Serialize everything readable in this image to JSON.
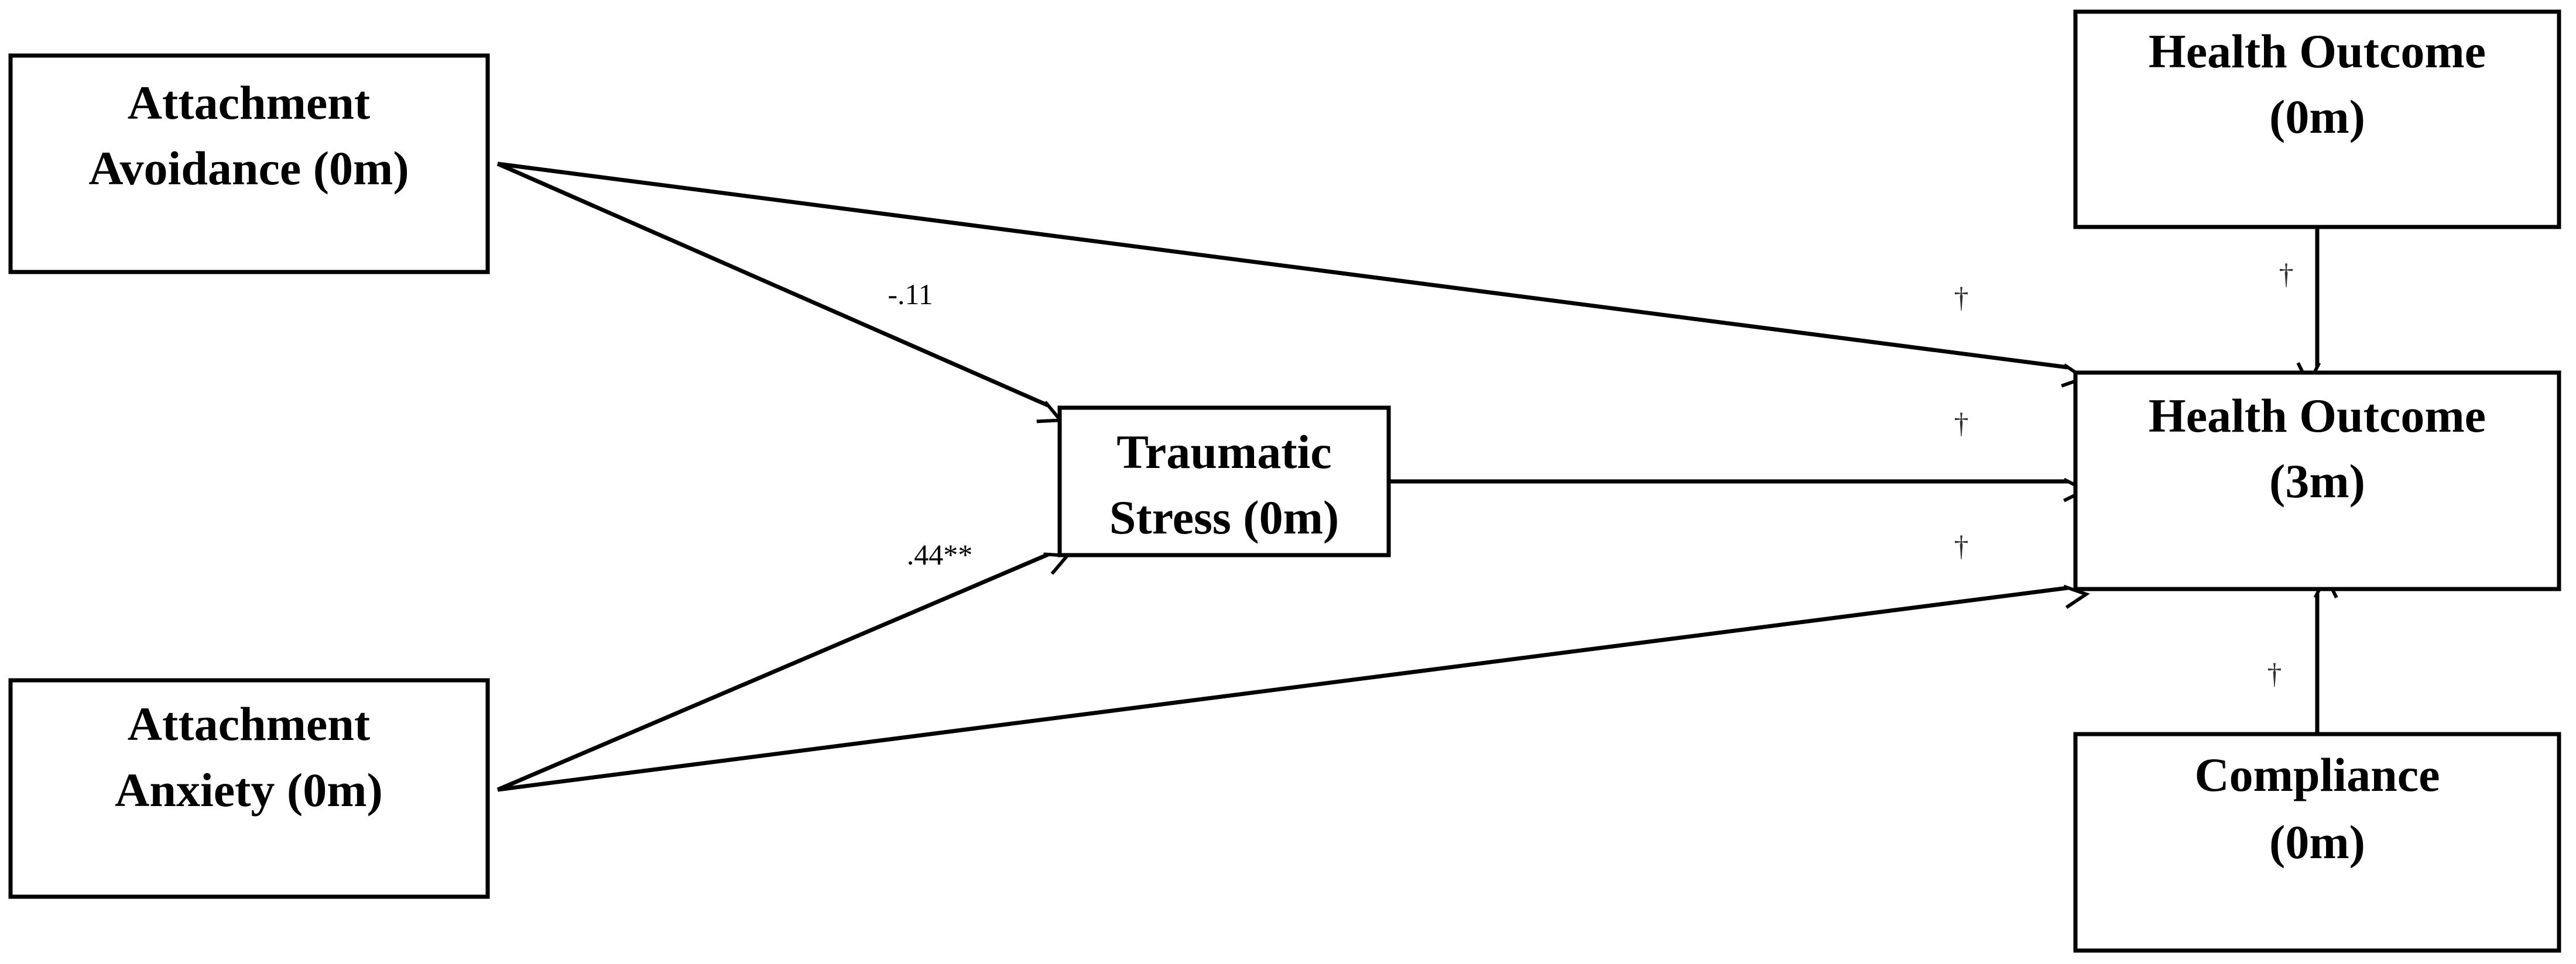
{
  "nodes": {
    "avoidance": {
      "line1": "Attachment",
      "line2": "Avoidance (0m)"
    },
    "anxiety": {
      "line1": "Attachment",
      "line2": "Anxiety (0m)"
    },
    "stress": {
      "line1": "Traumatic",
      "line2": "Stress (0m)"
    },
    "health_0m": {
      "line1": "Health Outcome",
      "line2": "(0m)"
    },
    "health_3m": {
      "line1": "Health Outcome",
      "line2": "(3m)"
    },
    "compliance": {
      "line1": "Compliance",
      "line2": "(0m)"
    }
  },
  "edges": {
    "avoidance_to_stress": "-.11",
    "anxiety_to_stress": ".44**",
    "avoidance_to_health": "†",
    "stress_to_health": "†",
    "anxiety_to_health": "†",
    "health0_to_health3": "†",
    "compliance_to_health": "†"
  }
}
